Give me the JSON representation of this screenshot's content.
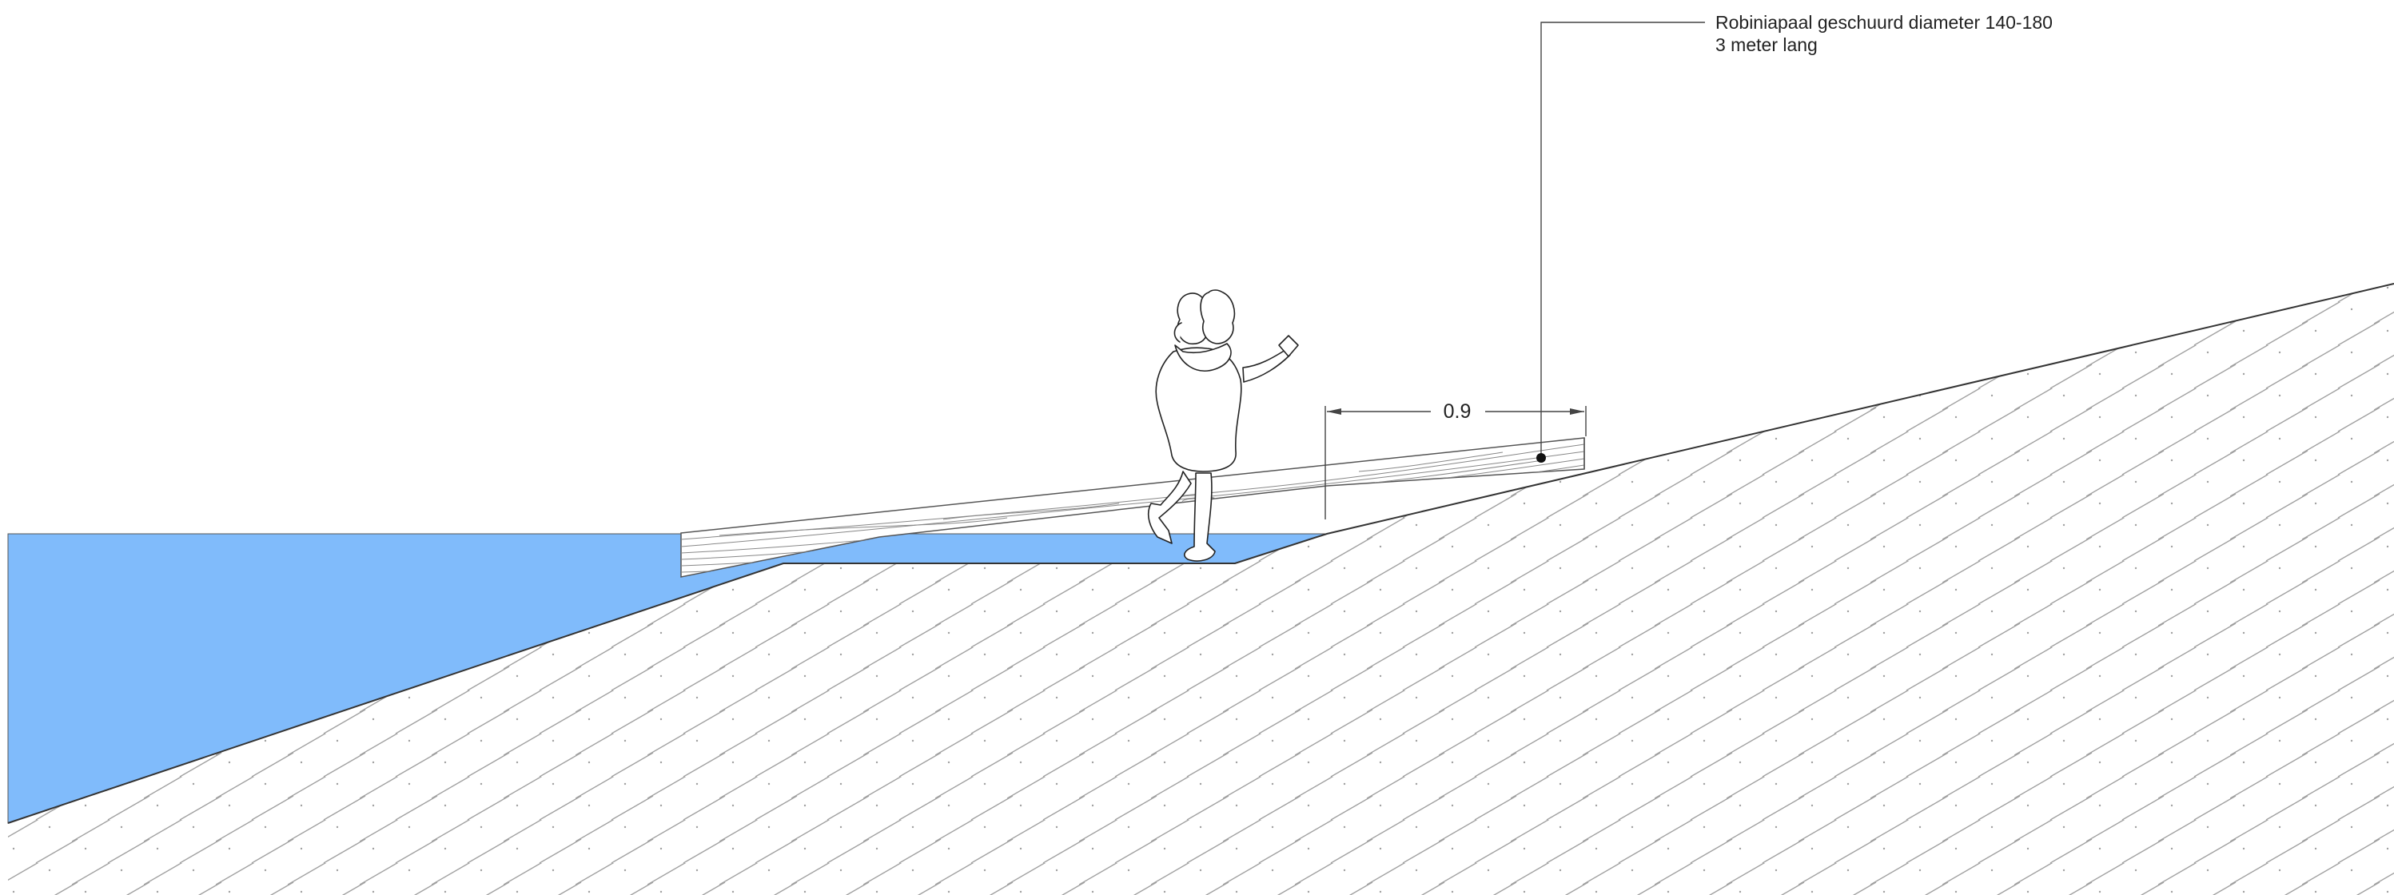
{
  "annotation": {
    "line1": "Robiniapaal geschuurd diameter 140-180",
    "line2": "3 meter lang"
  },
  "dimension": {
    "value": "0.9"
  },
  "colors": {
    "water": "#80BBFB",
    "line": "#444444",
    "hatch": "#9a9a9a",
    "background": "#ffffff"
  },
  "icons": {
    "figure": "child-walking-icon",
    "log": "wooden-log-icon",
    "leader_dot": "leader-dot-icon"
  }
}
